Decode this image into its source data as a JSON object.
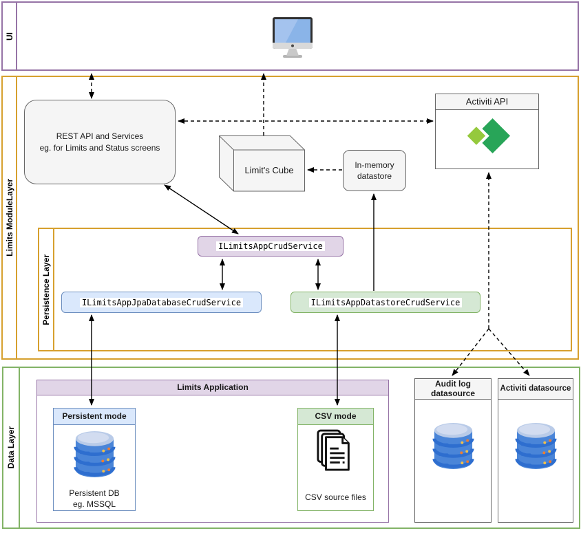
{
  "colors": {
    "purple_border": "#9673a6",
    "purple_fill": "#e1d5e7",
    "orange_border": "#d6a02e",
    "green_border": "#82b366",
    "green_fill": "#d5e8d4",
    "blue_border": "#6c8ebf",
    "blue_fill": "#dae8fc",
    "gray_border": "#666666",
    "gray_fill": "#f5f5f5",
    "db_blue": "#4a85d8",
    "db_blue_dark": "#2e6ecf",
    "db_top": "#b9cbe8",
    "db_dot_yellow": "#f2c04a",
    "db_dot_orange": "#ed7d31",
    "activiti_green": "#28a558",
    "activiti_light_green": "#95c93d",
    "screen_blue": "#8ab4e8"
  },
  "layers": {
    "ui": {
      "label": "UI"
    },
    "limits_module": {
      "label": "Limits ModuleLayer"
    },
    "persistence": {
      "label": "Persistence Layer"
    },
    "data": {
      "label": "Data Layer"
    }
  },
  "nodes": {
    "rest_api": {
      "label": "REST API and Services\neg. for Limits and Status screens"
    },
    "limits_cube": {
      "label": "Limit's Cube"
    },
    "in_memory_datastore": {
      "label": "In-memory\ndatastore"
    },
    "activiti_api": {
      "title": "Activiti API",
      "icon": "activiti-logo-icon"
    },
    "ilimits_app_crud_service": {
      "label": "ILimitsAppCrudService"
    },
    "ilimits_app_jpa_database_crud_service": {
      "label": "ILimitsAppJpaDatabaseCrudService"
    },
    "ilimits_app_datastore_crud_service": {
      "label": "ILimitsAppDatastoreCrudService"
    },
    "limits_application": {
      "title": "Limits Application"
    },
    "persistent_mode": {
      "title": "Persistent mode",
      "caption": "Persistent DB\neg. MSSQL",
      "icon": "database-icon"
    },
    "csv_mode": {
      "title": "CSV mode",
      "caption": "CSV source files",
      "icon": "csv-files-icon"
    },
    "audit_log_datasource": {
      "title": "Audit log\ndatasource",
      "icon": "database-icon"
    },
    "activiti_datasource": {
      "title": "Activiti datasource",
      "icon": "database-icon"
    },
    "ui_monitor": {
      "icon": "monitor-icon"
    }
  }
}
